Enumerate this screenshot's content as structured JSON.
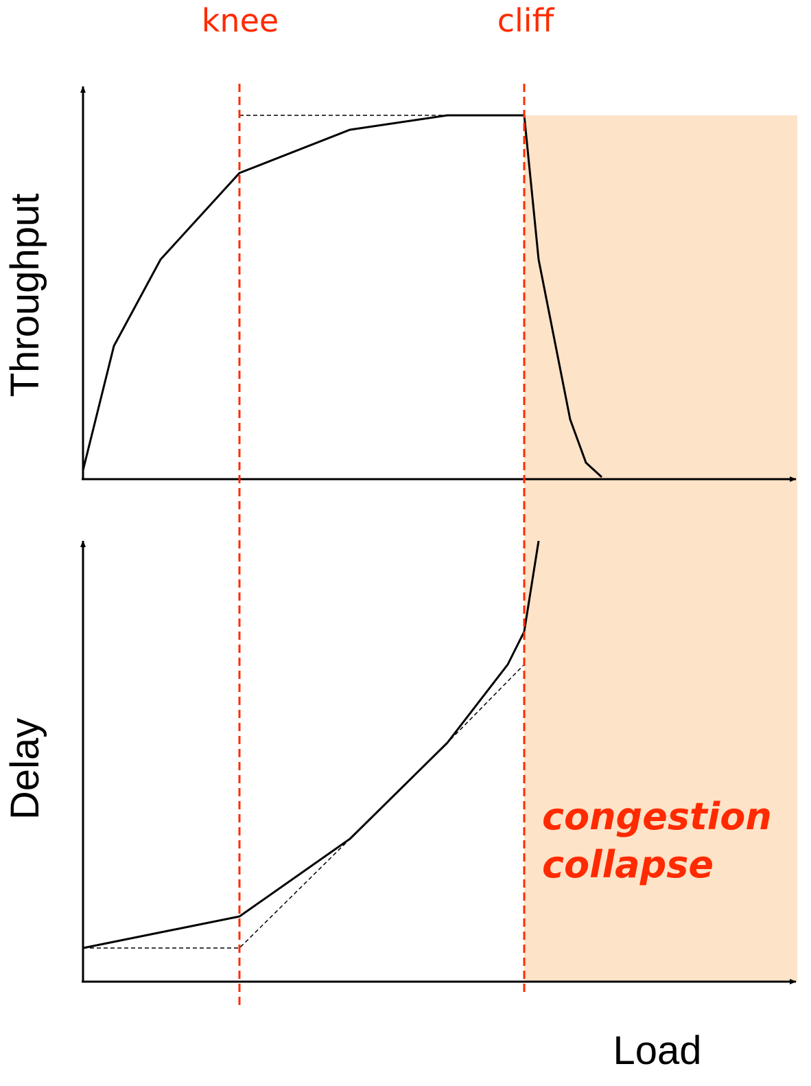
{
  "labels": {
    "knee": "knee",
    "cliff": "cliff",
    "throughput_axis": "Throughput",
    "delay_axis": "Delay",
    "load_axis": "Load",
    "collapse_line1": "congestion",
    "collapse_line2": "collapse"
  },
  "colors": {
    "marker": "#ff2a00",
    "region_fill": "#fde3c8",
    "curve": "#000000"
  }
}
